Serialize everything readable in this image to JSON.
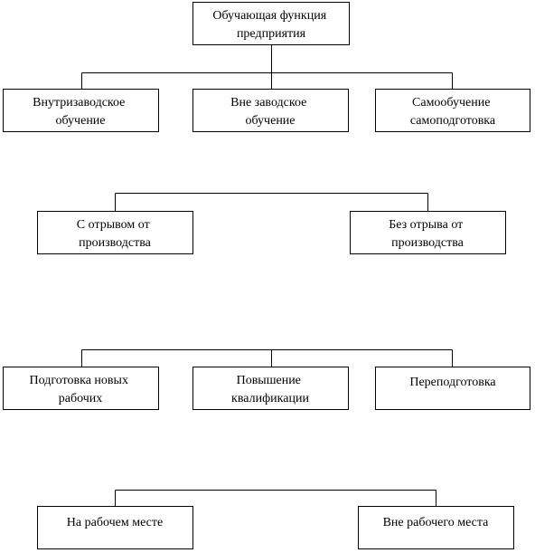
{
  "nodes": {
    "root": [
      "Обучающая функция",
      "предприятия"
    ],
    "inhouse": [
      "Внутризаводское",
      "обучение"
    ],
    "external": [
      "Вне заводское",
      "обучение"
    ],
    "self": [
      "Самообучение",
      "самоподготовка"
    ],
    "off_job": [
      "С отрывом от",
      "производства"
    ],
    "on_job": [
      "Без отрыва от",
      "производства"
    ],
    "new_workers": [
      "Подготовка новых",
      "рабочих"
    ],
    "qualification": [
      "Повышение",
      "квалификации"
    ],
    "retraining": [
      "Переподготовка"
    ],
    "at_workplace": [
      "На рабочем месте"
    ],
    "outside_workplace": [
      "Вне рабочего места"
    ]
  },
  "colors": {
    "line": "#000000",
    "box_fill": "#ffffff",
    "text": "#000000"
  }
}
